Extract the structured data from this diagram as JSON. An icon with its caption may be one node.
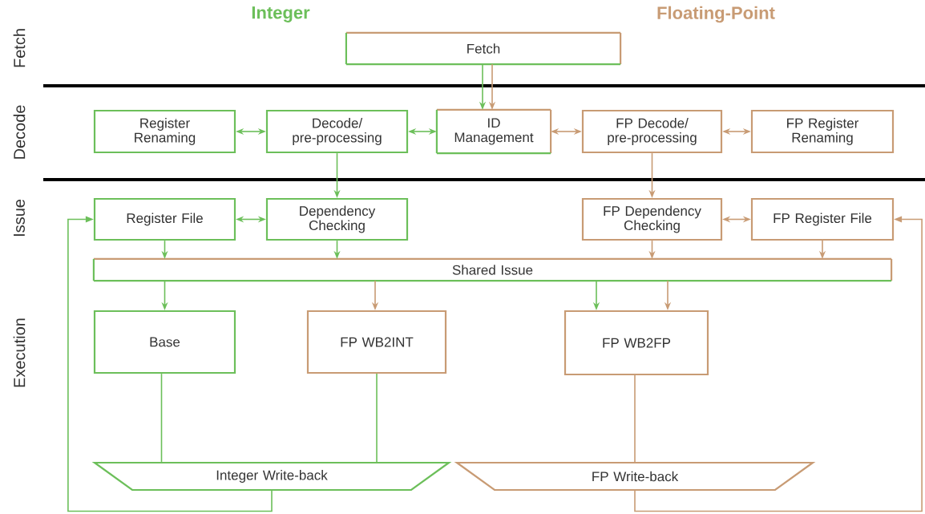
{
  "diagram": {
    "nodes": [
      {
        "text": [
          "Fetch"
        ]
      },
      {
        "text": [
          "Register Renaming"
        ]
      },
      {
        "text": [
          "Decode/ pre-processing"
        ]
      },
      {
        "text": [
          "ID Management"
        ]
      },
      {
        "text": [
          "FP Decode/ pre-processing"
        ]
      },
      {
        "text": [
          "FP Register Renaming"
        ]
      },
      {
        "text": [
          "Register File"
        ]
      },
      {
        "text": [
          "Dependency Checking"
        ]
      },
      {
        "text": [
          "FP Dependency Checking"
        ]
      },
      {
        "text": [
          "FP Register File"
        ]
      },
      {
        "text": [
          "Shared Issue"
        ]
      },
      {
        "text": [
          "Base"
        ]
      },
      {
        "text": [
          "FP WB2INT"
        ]
      },
      {
        "text": [
          "FP WB2FP"
        ]
      },
      {
        "text": [
          "Integer Write-back"
        ]
      },
      {
        "text": [
          "FP Write-back"
        ]
      }
    ],
    "edges": [
      {
        "from": 0,
        "to": 3,
        "arrow": "to"
      },
      {
        "from": 0,
        "to": 3,
        "arrow": "to",
        "color": "#c89b74"
      },
      {
        "from": 1,
        "to": 2,
        "arrow": "both"
      },
      {
        "from": 2,
        "to": 3,
        "arrow": "both"
      },
      {
        "from": 3,
        "to": 4,
        "arrow": "both",
        "color": "#c89b74"
      },
      {
        "from": 4,
        "to": 5,
        "arrow": "both",
        "color": "#c89b74"
      },
      {
        "from": 2,
        "to": 7,
        "arrow": "to"
      },
      {
        "from": 4,
        "to": 8,
        "arrow": "to",
        "color": "#c89b74"
      },
      {
        "from": 6,
        "to": 7,
        "arrow": "both"
      },
      {
        "from": 8,
        "to": 9,
        "arrow": "both",
        "color": "#c89b74"
      },
      {
        "from": 6,
        "to": 10,
        "arrow": "to"
      },
      {
        "from": 7,
        "to": 10,
        "arrow": "to"
      },
      {
        "from": 8,
        "to": 10,
        "arrow": "to",
        "color": "#c89b74"
      },
      {
        "from": 9,
        "to": 10,
        "arrow": "to",
        "color": "#c89b74"
      },
      {
        "from": 10,
        "to": 11,
        "arrow": "to"
      },
      {
        "from": 10,
        "to": 12,
        "arrow": "to",
        "color": "#c89b74"
      },
      {
        "from": 10,
        "to": 13,
        "arrow": "to"
      },
      {
        "from": 10,
        "to": 13,
        "arrow": "to",
        "color": "#c89b74"
      },
      {
        "from": 11,
        "to": 14,
        "arrow": "none"
      },
      {
        "from": 12,
        "to": 14,
        "arrow": "none"
      },
      {
        "from": 13,
        "to": 15,
        "arrow": "none",
        "color": "#c89b74"
      },
      {
        "from": 14,
        "to": 6,
        "arrow": "to"
      },
      {
        "from": 15,
        "to": 9,
        "arrow": "to",
        "color": "#c89b74"
      }
    ],
    "labels": [
      "Integer",
      "Floating-Point",
      "Fetch",
      "Decode",
      "Issue",
      "Execution"
    ]
  }
}
